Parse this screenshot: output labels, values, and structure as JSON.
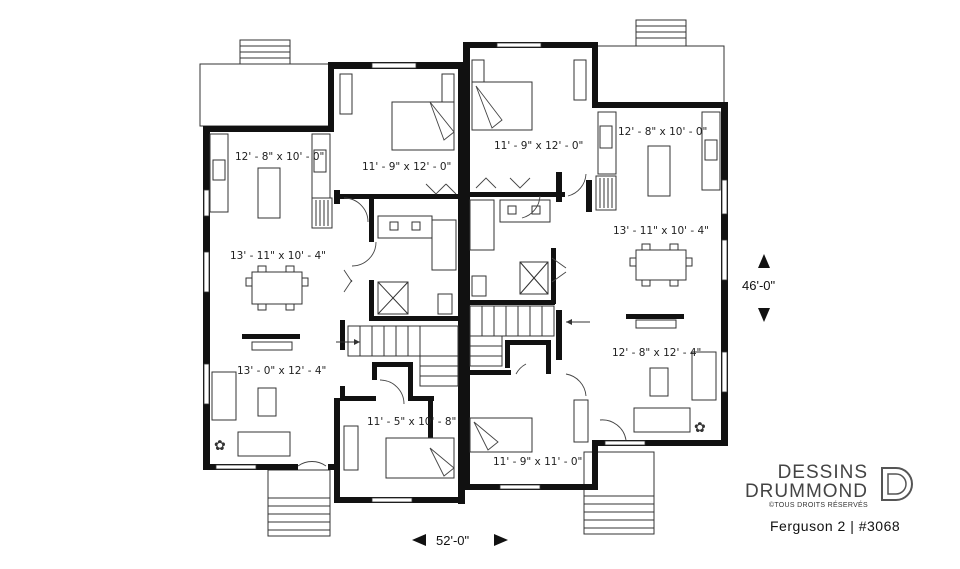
{
  "rooms": {
    "left_kitchen": "12' - 8\" x 10' - 0\"",
    "left_dining": "13' - 11\" x 10' - 4\"",
    "left_living": "13' - 0\" x 12' - 4\"",
    "left_bedroom_top": "11' - 9\" x 12' - 0\"",
    "left_bedroom_bottom": "11' - 5\" x 10' - 8\"",
    "right_bedroom_top": "11' - 9\" x 12' - 0\"",
    "right_kitchen": "12' - 8\" x 10' - 0\"",
    "right_dining": "13' - 11\" x 10' - 4\"",
    "right_living": "12' - 8\" x 12' - 4\"",
    "right_bedroom_bottom": "11' - 9\" x 11' - 0\""
  },
  "dimensions": {
    "width": "52'-0\"",
    "depth": "46'-0\""
  },
  "brand": {
    "line1": "DESSINS",
    "line2": "DRUMMOND",
    "rights": "©TOUS DROITS RÉSERVÉS"
  },
  "caption": "Ferguson 2 | #3068"
}
